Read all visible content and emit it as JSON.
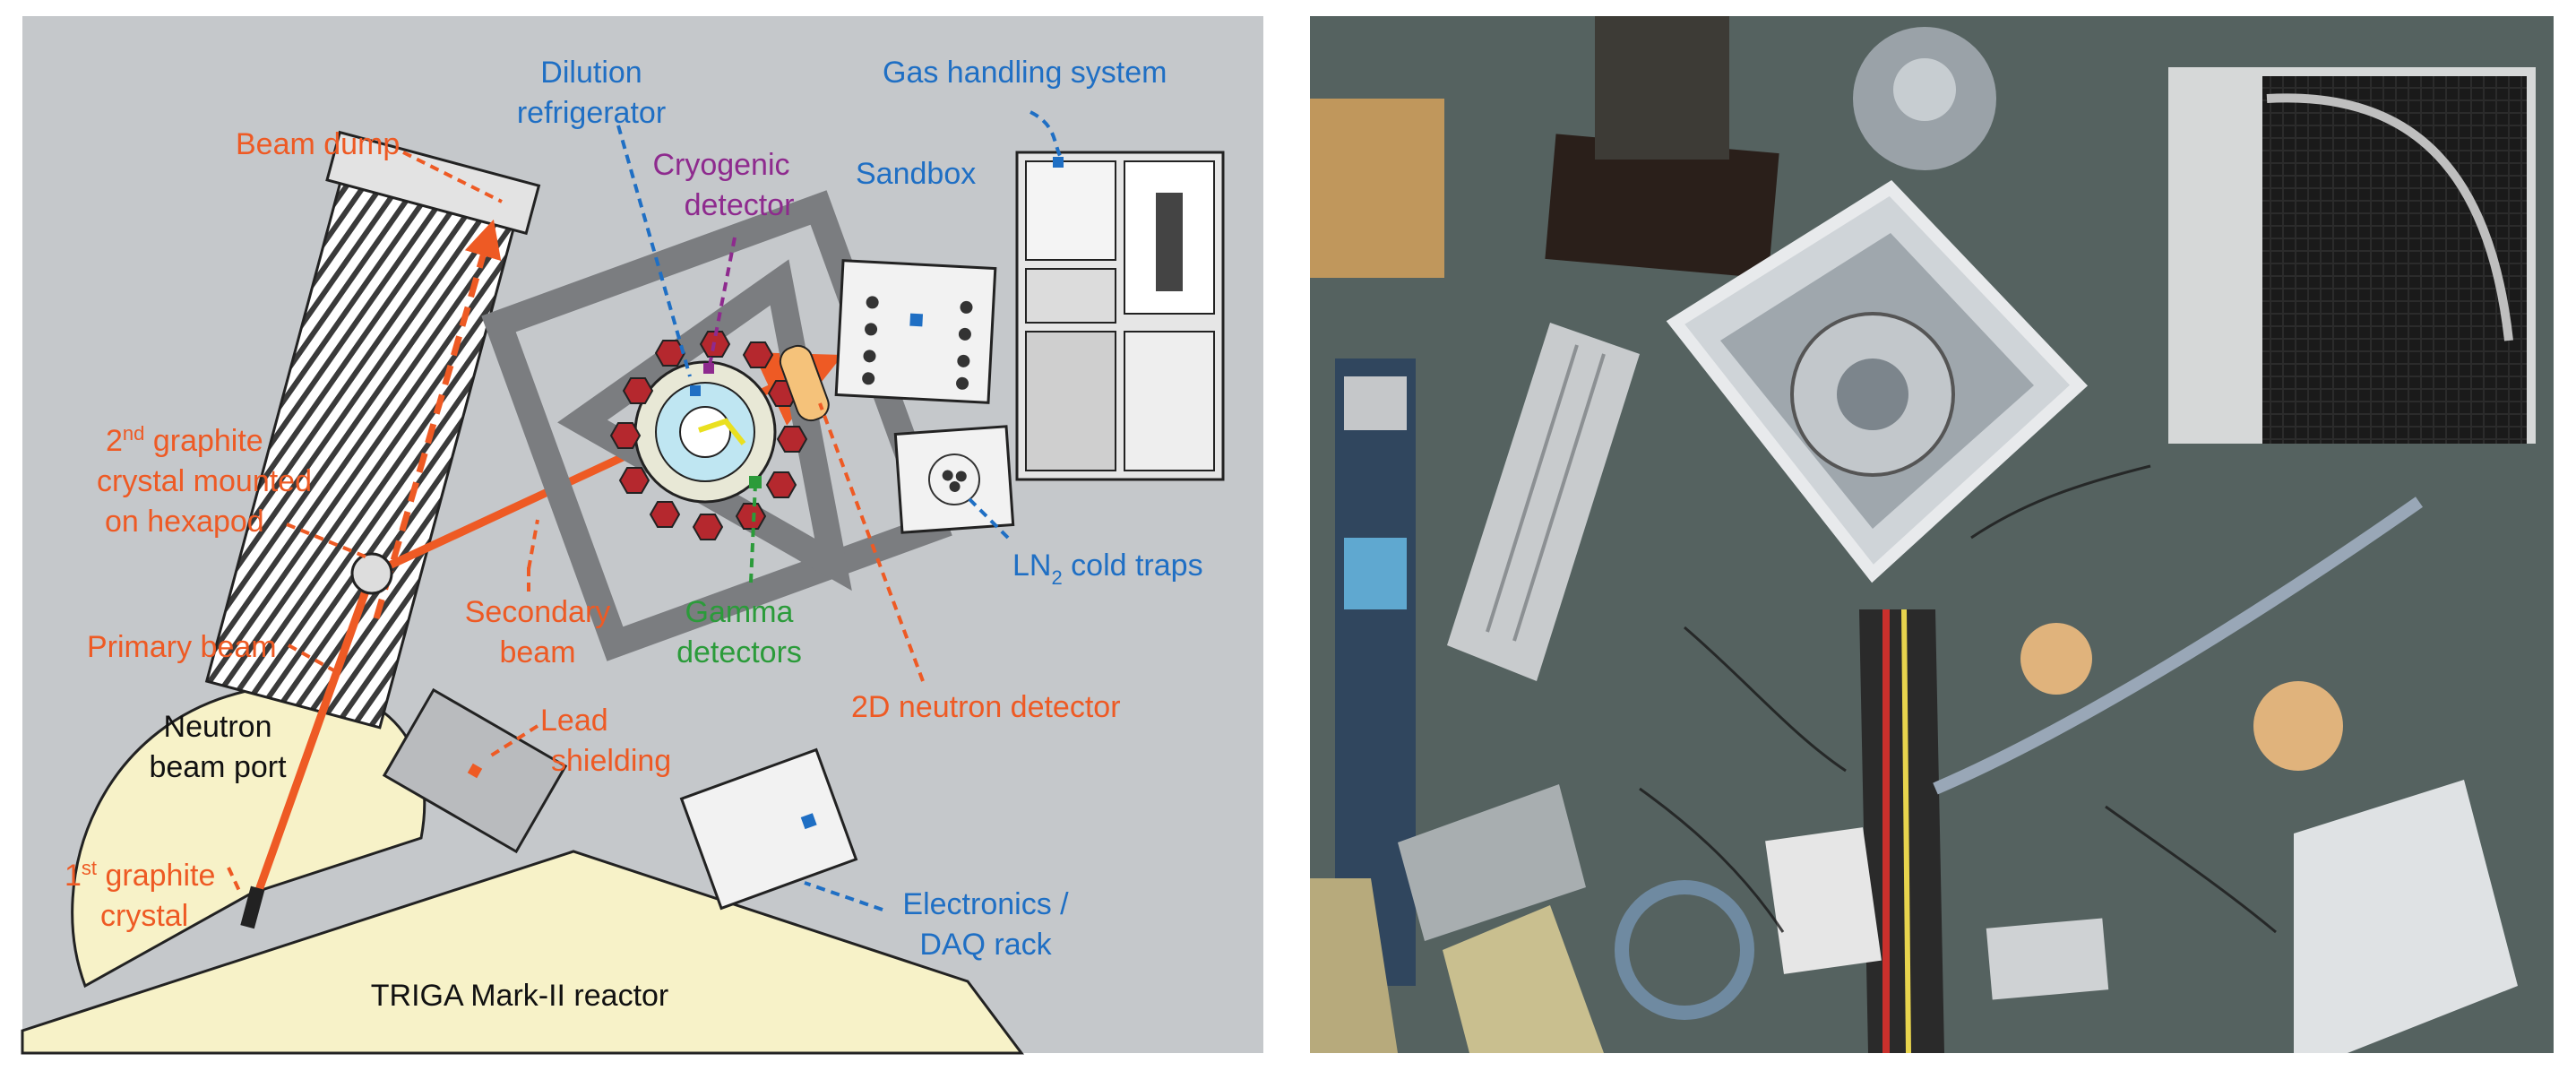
{
  "labels": {
    "beam_dump": "Beam dump",
    "dilution_1": "Dilution",
    "dilution_2": "refrigerator",
    "cryogenic_1": "Cryogenic",
    "cryogenic_2": "detector",
    "gas_handling": "Gas handling system",
    "sandbox": "Sandbox",
    "graphite2_num": "2",
    "graphite2_sup": "nd",
    "graphite2_1": " graphite",
    "graphite2_2": "crystal mounted",
    "graphite2_3": "on hexapod",
    "secondary_1": "Secondary",
    "secondary_2": "beam",
    "gamma_1": "Gamma",
    "gamma_2": "detectors",
    "ln2_pre": "LN",
    "ln2_sub": "2",
    "ln2_post": " cold traps",
    "primary_beam": "Primary beam",
    "neutron_1": "Neutron",
    "neutron_2": "beam port",
    "lead_1": "Lead",
    "lead_2": "shielding",
    "detector_2d": "2D neutron detector",
    "graphite1_num": "1",
    "graphite1_sup": "st",
    "graphite1_1": " graphite",
    "graphite1_2": "crystal",
    "electronics_1": "Electronics /",
    "electronics_2": "DAQ rack",
    "reactor": "TRIGA Mark-II reactor"
  },
  "colors": {
    "background": "#c5c8cb",
    "beam": "#ee5a24",
    "reactor_fill": "#f7f2c8",
    "blue_label": "#1f6fc4",
    "purple_label": "#8e2a8e",
    "green_label": "#2b9b3a",
    "orange_label": "#ee5a24",
    "gamma_detector": "#b5282e"
  },
  "photo": {
    "description_icon": "lab-photo"
  }
}
